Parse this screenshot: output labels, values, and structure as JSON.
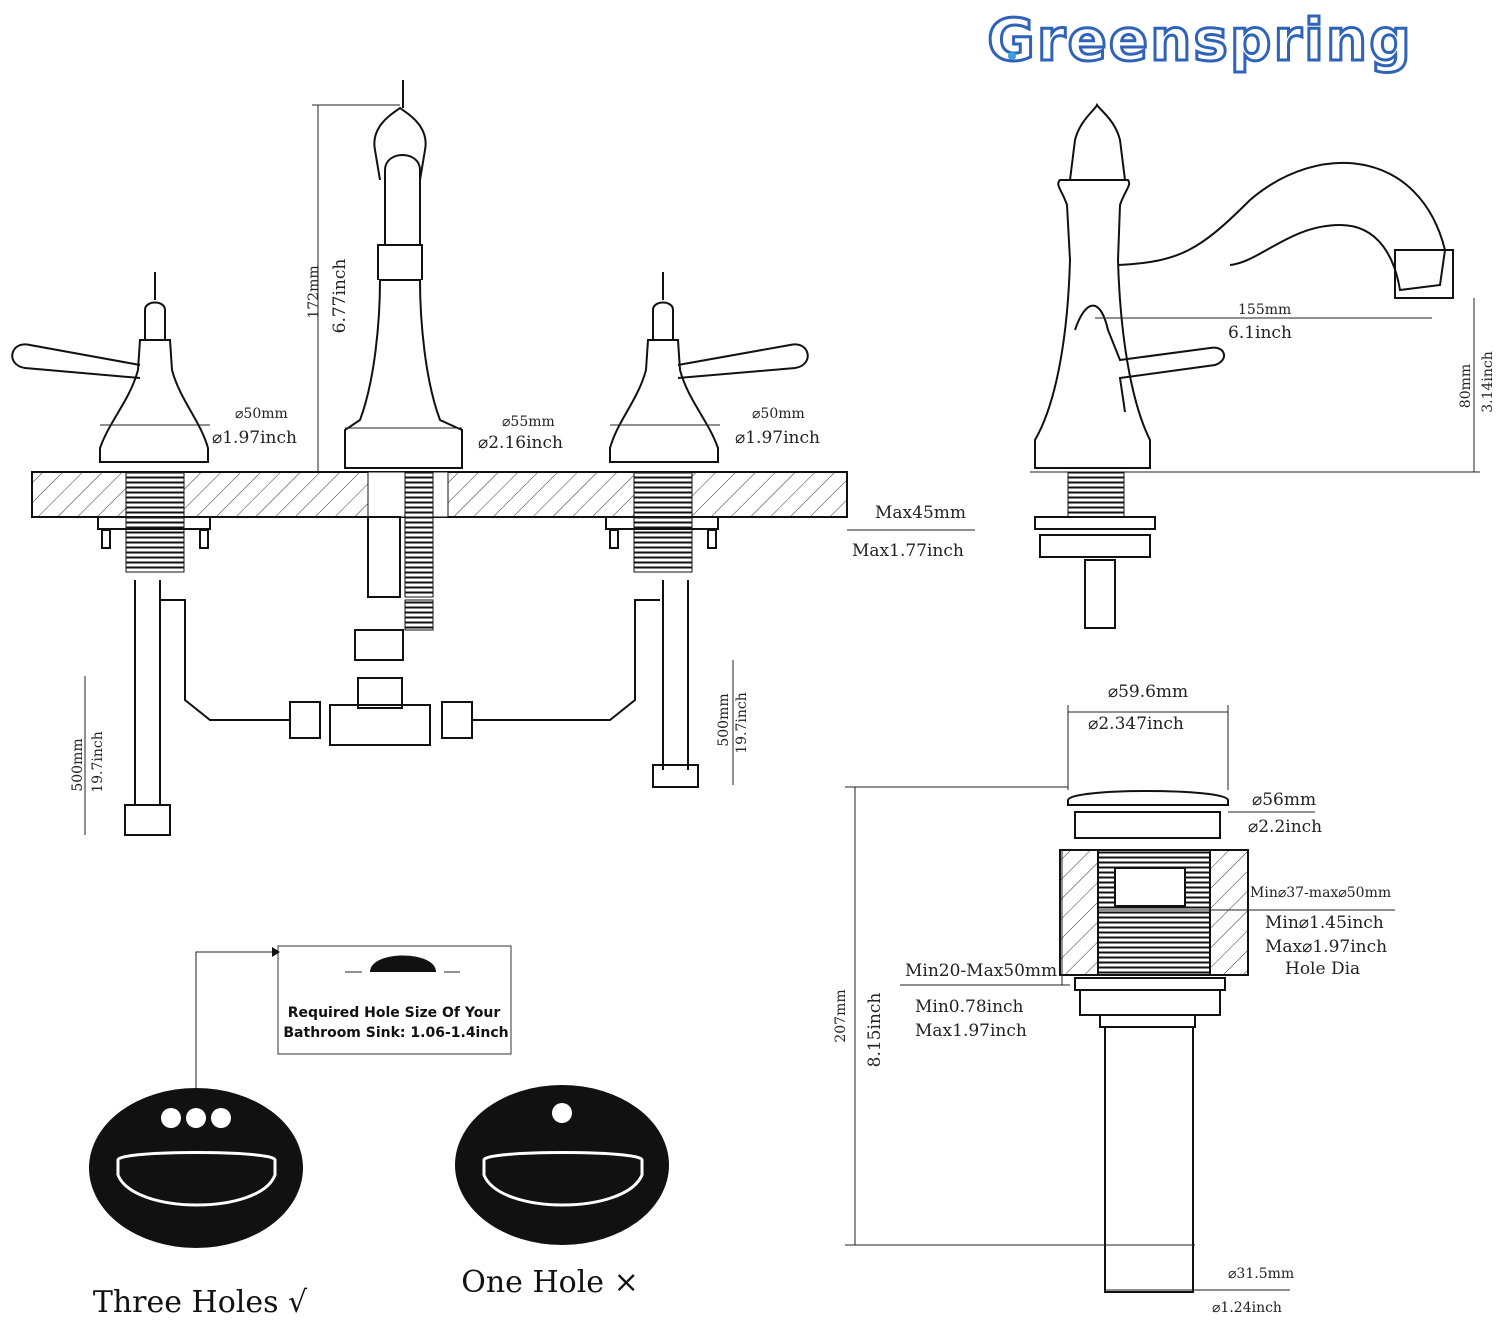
{
  "brand": {
    "name": "Greenspring",
    "color": "#2f63b8"
  },
  "front_view": {
    "height_mm": "172mm",
    "height_in": "6.77inch",
    "left_base_mm": "⌀50mm",
    "left_base_in": "⌀1.97inch",
    "spout_base_mm": "⌀55mm",
    "spout_base_in": "⌀2.16inch",
    "right_base_mm": "⌀50mm",
    "right_base_in": "⌀1.97inch",
    "deck_max_mm": "Max45mm",
    "deck_max_in": "Max1.77inch",
    "left_hose_mm": "500mm",
    "left_hose_in": "19.7inch",
    "right_hose_mm": "500mm",
    "right_hose_in": "19.7inch"
  },
  "side_view": {
    "reach_mm": "155mm",
    "reach_in": "6.1inch",
    "spout_height_mm": "80mm",
    "spout_height_in": "3.14inch"
  },
  "drain": {
    "cap_mm": "⌀59.6mm",
    "cap_in": "⌀2.347inch",
    "flange_mm": "⌀56mm",
    "flange_in": "⌀2.2inch",
    "hole_mm": "Min⌀37-max⌀50mm",
    "hole_min_in": "Min⌀1.45inch",
    "hole_max_in": "Max⌀1.97inch",
    "hole_label": "Hole Dia",
    "thickness_mm": "Min20-Max50mm",
    "thickness_min_in": "Min0.78inch",
    "thickness_max_in": "Max1.97inch",
    "height_mm": "207mm",
    "height_in": "8.15inch",
    "tail_mm": "⌀31.5mm",
    "tail_in": "⌀1.24inch"
  },
  "sink_note": {
    "line1": "Required Hole Size Of Your",
    "line2": "Bathroom Sink: 1.06-1.4inch"
  },
  "sinks": {
    "three_holes": "Three Holes √",
    "one_hole": "One Hole ×"
  }
}
